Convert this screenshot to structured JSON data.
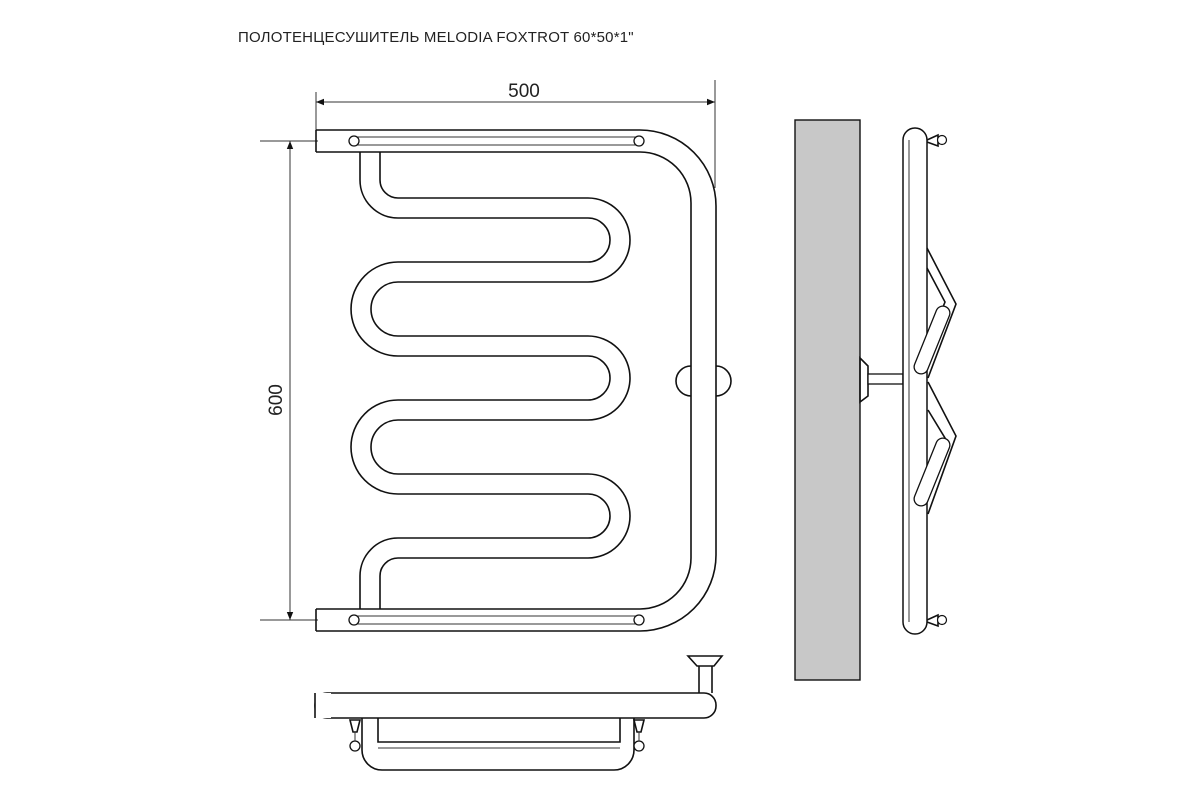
{
  "title": "ПОЛОТЕНЦЕСУШИТЕЛЬ MELODIA FOXTROT 60*50*1\"",
  "dimensions": {
    "width_label": "500",
    "height_label": "600"
  },
  "colors": {
    "line": "#111111",
    "wall": "#c8c8c8",
    "background": "#ffffff"
  }
}
